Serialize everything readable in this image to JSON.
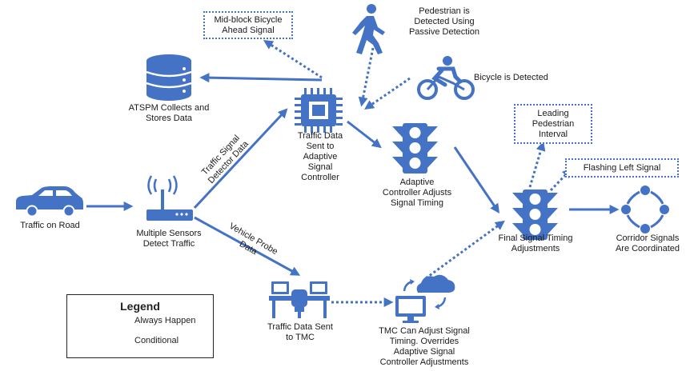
{
  "colors": {
    "accent": "#4472c4",
    "text": "#1a1a1a"
  },
  "nodes": {
    "car": {
      "icon": "car-icon",
      "label": [
        "Traffic on Road"
      ]
    },
    "sensors": {
      "icon": "router-icon",
      "label": [
        "Multiple Sensors",
        "Detect Traffic"
      ]
    },
    "atspm": {
      "icon": "database-icon",
      "label": [
        "ATSPM Collects and",
        "Stores Data"
      ]
    },
    "traffic_data": {
      "icon": "chip-icon",
      "label": [
        "Traffic Data",
        "Sent to",
        "Adaptive",
        "Signal",
        "Controller"
      ]
    },
    "pedestrian": {
      "icon": "pedestrian-icon",
      "label": [
        "Pedestrian is",
        "Detected Using",
        "Passive Detection"
      ]
    },
    "bicycle": {
      "icon": "bicycle-icon",
      "label": [
        "Bicycle is Detected"
      ]
    },
    "midblock": {
      "label": [
        "Mid-block Bicycle",
        "Ahead Signal"
      ]
    },
    "adaptive": {
      "icon": "traffic-light-icon",
      "label": [
        "Adaptive",
        "Controller Adjusts",
        "Signal Timing"
      ]
    },
    "final": {
      "icon": "traffic-light-icon",
      "label": [
        "Final Signal Timing",
        "Adjustments"
      ]
    },
    "leading": {
      "label": [
        "Leading",
        "Pedestrian",
        "Interval"
      ]
    },
    "flashing": {
      "label": [
        "Flashing Left Signal"
      ]
    },
    "corridor": {
      "icon": "cycle-icon",
      "label": [
        "Corridor Signals",
        "Are Coordinated"
      ]
    },
    "tmc_data": {
      "icon": "control-room-icon",
      "label": [
        "Traffic Data Sent",
        "to TMC"
      ]
    },
    "tmc_adjust": {
      "icon": "cloud-monitor-icon",
      "label": [
        "TMC Can Adjust Signal",
        "Timing. Overrides",
        "Adaptive Signal",
        "Controller Adjustments"
      ]
    }
  },
  "edge_labels": {
    "detector": [
      "Traffic Signal",
      "Detector Data"
    ],
    "probe": [
      "Vehicle Probe",
      "Data"
    ]
  },
  "legend": {
    "title": "Legend",
    "solid": "Always Happen",
    "dotted": "Conditional"
  }
}
